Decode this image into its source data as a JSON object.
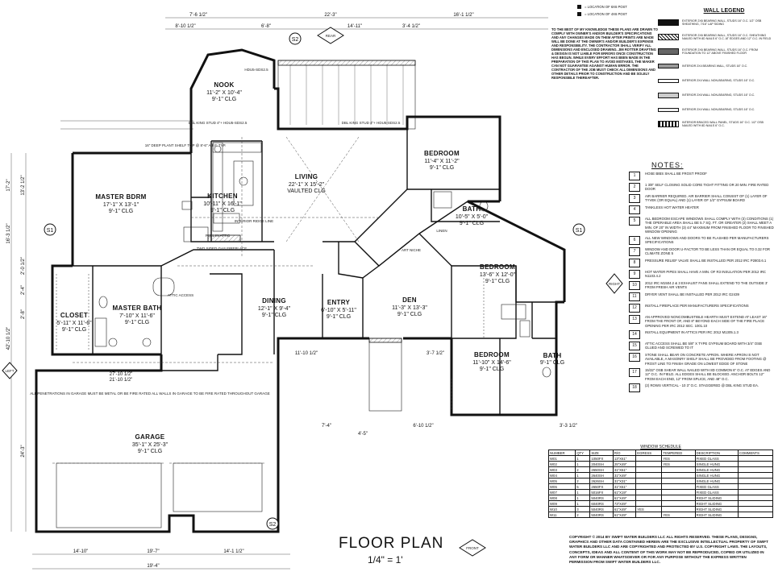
{
  "drawing": {
    "title": "FLOOR PLAN",
    "scale": "1/4\" = 1'"
  },
  "rooms": [
    {
      "id": "nook",
      "name": "NOOK",
      "dims": "11'-2\" X 10'-4\"",
      "ceiling": "9'-1\" CLG"
    },
    {
      "id": "master_bdrm",
      "name": "MASTER BDRM",
      "dims": "17'-1\" X 13'-1\"",
      "ceiling": "9'-1\" CLG"
    },
    {
      "id": "kitchen",
      "name": "KITCHEN",
      "dims": "10'-11\" X 16'-1\"",
      "ceiling": "9'-1\" CLG"
    },
    {
      "id": "living",
      "name": "LIVING",
      "dims": "22'-1\" X 15'-2\"",
      "ceiling": "VAULTED CLG"
    },
    {
      "id": "bedroom1",
      "name": "BEDROOM",
      "dims": "11'-4\" X 11'-2\"",
      "ceiling": "9'-1\" CLG"
    },
    {
      "id": "bath1",
      "name": "BATH",
      "dims": "10'-5\" X 5'-0\"",
      "ceiling": "9'-1\" CLG"
    },
    {
      "id": "bedroom2",
      "name": "BEDROOM",
      "dims": "13'-6\" X 12'-0\"",
      "ceiling": "9'-1\" CLG"
    },
    {
      "id": "closet",
      "name": "CLOSET",
      "dims": "5'-11\" X 11'-6\"",
      "ceiling": "9'-1\" CLG"
    },
    {
      "id": "master_bath",
      "name": "MASTER BATH",
      "dims": "7'-10\" X 11'-6\"",
      "ceiling": "9'-1\" CLG"
    },
    {
      "id": "dining",
      "name": "DINING",
      "dims": "12'-1\" X 9'-4\"",
      "ceiling": "9'-1\" CLG"
    },
    {
      "id": "entry",
      "name": "ENTRY",
      "dims": "6'-10\" X 5'-11\"",
      "ceiling": "9'-1\" CLG"
    },
    {
      "id": "den",
      "name": "DEN",
      "dims": "11'-3\" X 13'-3\"",
      "ceiling": "9'-1\" CLG"
    },
    {
      "id": "bedroom3",
      "name": "BEDROOM",
      "dims": "11'-10\" X 14'-6\"",
      "ceiling": "9'-1\" CLG"
    },
    {
      "id": "bath3",
      "name": "BATH",
      "dims": "",
      "ceiling": "9'-1\" CLG"
    },
    {
      "id": "garage",
      "name": "GARAGE",
      "dims": "35'-1\" X 25'-3\"",
      "ceiling": "9'-1\" CLG"
    }
  ],
  "plan_labels": {
    "attic_access": "ATTIC ACCESS",
    "pull_attic": "PULL IN ATTIC",
    "fireplace": "TWO SIDED GAS FIREPLACE",
    "art_niche": "ART NICHE",
    "ridge": "INTERIOR RIDGE LINE",
    "linen": "LINEN",
    "dbl_king_l": "DBL KING STUD 4\"+ HDU5-SDS2.5",
    "dbl_king_r": "DBL KING STUD 4\"+ HDU5-SDS2.5",
    "hdu_nook": "HDU5-SDS2.5",
    "plant_shelf": "16\" DEEP PLANT SHELF TOP @ 8'-6\" A.F.F. TYP.",
    "garage_note": "ALL PENETRATIONS IN GARAGE MUST BE METAL OR BE FIRE RATED ALL WALLS IN GARAGE TO BE FIRE RATED THROUGHOUT GARAGE",
    "rear": "REAR",
    "front": "FRONT",
    "left": "LEFT",
    "right": "RIGHT",
    "sec_s1": "S1",
    "sec_s2": "S2",
    "dims_top": [
      "7'-6 1/2\"",
      "22'-3\"",
      "16'-1 1/2\"",
      "8'-10 1/2\"",
      "6'-8\"",
      "14'-11\"",
      "3'-4 1/2\""
    ],
    "dims_left": [
      "17'-2\"",
      "16'-3 1/2\"",
      "42'-10 1/2\"",
      "2'-0 1/2\"",
      "2'-4\"",
      "2'-8\"",
      "24'-3\"",
      "13'-2 1/2\""
    ],
    "dims_bottom": [
      "14'-10\"",
      "19'-7\"",
      "19'-4\"",
      "14'-1 1/2\""
    ],
    "dims_misc": [
      "21'-10 1/2\"",
      "27'-10 1/2\"",
      "11'-10 1/2\"",
      "3'-7 1/2\"",
      "6'-10 1/2\"",
      "3'-3 1/2\"",
      "7'-4\"",
      "4'-5\""
    ]
  },
  "top_keys": [
    "= LOCATION OF 6X6 POST",
    "= LOCATION OF 4X6 POST"
  ],
  "top_notes": "TO THE BEST OF MY KNOWLEDGE THESE PLANS ARE DRAWN TO COMPLY WITH OWNER'S AND/OR BUILDER'S SPECIFICATIONS AND ANY CHANGES MADE ON THEM AFTER PRINTS ARE MADE WILL BE DONE AT THE OWNER'S AND/OR BUILDER'S EXPENSE AND RESPONSIBILITY. THE CONTRACTOR SHALL VERIFY ALL DIMENSIONS AND ENCLOSED DRAWING. JIM ROTTER DRAFTING & DESIGN IS NOT LIABLE FOR ERRORS ONCE CONSTRUCTION HAS BEGUN. WHILE EVERY EFFORT HAS BEEN MADE IN THE PREPARATION OF THIS PLAN TO AVOID MISTAKES, THE MAKER CAN NOT GUARANTEE AGAINST HUMAN ERROR. THE CONTRACTOR OF THE JOB MUST CHECK ALL DIMENSIONS AND OTHER DETAILS PRIOR TO CONSTRUCTION AND BE SOLELY RESPONSIBLE THEREAFTER.",
  "wall_legend": {
    "title": "WALL LEGEND",
    "items": [
      "EXTERIOR 2X6 BEARING WALL, STUDS 16\" O.C. 1/2\" OSB SHEATHING, 7/16\" LAP SIDING",
      "EXTERIOR 2X6 BEARING WALL, STUDS 16\" O.C. SHEATHING NAILED WITH 8D NAILS 6\" O.C. AT EDGES AND 12\" O.C. IN FIELD",
      "EXTERIOR 2X6 BEARING WALL, STUDS 16\" O.C. FROM FOUNDATION TO 12\" ABOVE FINISHED FLOOR",
      "INTERIOR 2X4 BEARING WALL, STUDS 16\" O.C.",
      "INTERIOR 2X4 WALL NON-BEARING, STUDS 16\" O.C.",
      "INTERIOR 2X6 WALL NON-BEARING, STUDS 16\" O.C.",
      "INTERIOR 2X4 WALL NON-BEARING, STUDS 16\" O.C.",
      "INTERIOR BRACED WALL PANEL, STUDS 16\" O.C. 1/2\" OSB NAILED WITH 8D NAILS 6\" O.C."
    ]
  },
  "notes": {
    "title": "NOTES:",
    "items": [
      {
        "n": "1",
        "t": "HOSE BIBS SHALL BE FROST PROOF"
      },
      {
        "n": "2",
        "t": "1 3/8\" SELF CLOSING SOLID CORE TIGHT FITTING OR 20 MIN. FIRE RATED DOOR"
      },
      {
        "n": "3",
        "t": "AIR BARRIER REQUIRED. AIR BARRIER SHALL CONSIST OF (1) LAYER OF TYVEK (OR EQUAL) AND (1) LAYER OF 1/2\" GYPSUM BOARD"
      },
      {
        "n": "4",
        "t": "TANKLESS HOT WATER HEATER"
      },
      {
        "n": "5",
        "t": "ALL BEDROOM ESCAPE WINDOWS SHALL COMPLY WITH (3) CONDITIONS (1) THE OPERABLE AREA SHALL BE 5.7 SQ. FT. OR GREATER (2) SHALL MEET A MIN. OF 20\" IN WIDTH (3) 44\" MAXIMUM FROM FINISHED FLOOR TO FINISHED WINDOW OPENING"
      },
      {
        "n": "6",
        "t": "ALL NEW WINDOWS AND DOORS TO BE FLASHED PER MANUFACTURERS SPECIFICATIONS"
      },
      {
        "n": "7",
        "t": "WINDOW AND DOOR U-FACTOR TO BE LESS THAN OR EQUAL TO 0.32 FOR CLIMATE ZONE 5"
      },
      {
        "n": "8",
        "t": "PRESSURE RELIEF VALVE SHALL BE INSTALLED PER 2012 IRC P2803.6.1"
      },
      {
        "n": "9",
        "t": "HOT WATER PIPES SHALL HAVE A MIN. OF R3 INSULATION PER 2012 IRC N1103.4.2"
      },
      {
        "n": "10",
        "t": "2012 IRC M1504.2 & 3 EXHAUST FANS SHALL EXTEND TO THE OUTSIDE 3' FROM FRESH AIR VENTS"
      },
      {
        "n": "11",
        "t": "DRYER VENT SHALL BE INSTALLED PER 2012 IRC G2439"
      },
      {
        "n": "12",
        "t": "INSTALL FIREPLACE PER MANUFACTURERS SPECIFICATIONS"
      },
      {
        "n": "13",
        "t": "AN APPROVED NONCOMBUSTIBLE HEARTH MUST EXTEND AT LEAST 16\" FROM THE FRONT OF, AND 8\" BEYOND EACH SIDE OF THE FIRE PLACE OPENING PER IRC 2012 SEC. 1001.10"
      },
      {
        "n": "14",
        "t": "INSTALL EQUIPMENT IN ATTICS PER IRC 2012 M1305.1.3"
      },
      {
        "n": "15",
        "t": "ATTIC ACCESS SHALL BE 5/8\" X TYPE GYPSUM BOARD WITH 3/4\" OSB GLUED AND SCREWED TO IT"
      },
      {
        "n": "16",
        "t": "STONE SHALL BEAR ON CONCRETE APRON. WHERE APRON IS NOT AVAILABLE, A MASONRY SHELF SHALL BE PROVIDED FROM FOOTING @ FROST LINE TO FINISH GRADE ON LOWEST EDGE OF STONE"
      },
      {
        "n": "17",
        "t": "15/32\" OSB SHEAR WALL NAILED WITH 8D COMMON 6\" O.C. AT EDGES AND 12\" O.C. IN FIELD. ALL EDGES SHALL BE BLOCKED. ANCHOR BOLTS 12\" FROM EACH END, 12\" FROM SPLICE, AND 48\" O.C."
      },
      {
        "n": "18",
        "t": "(2) ROWS VERTICAL - 10 3\" O.C. STAGGERED @ DBL KING STUD EA."
      }
    ]
  },
  "window_schedule": {
    "title": "WINDOW SCHEDULE",
    "headers": [
      "NUMBER",
      "QTY",
      "SIZE",
      "R/O",
      "EGRESS",
      "TEMPERED",
      "DESCRIPTION",
      "COMMENTS"
    ],
    "rows": [
      [
        "W01",
        "1",
        "1050FX",
        "13\"X61\"",
        "",
        "YES",
        "FIXED GLASS",
        ""
      ],
      [
        "W02",
        "1",
        "2040SH",
        "25\"X49\"",
        "",
        "YES",
        "SINGLE HUNG",
        ""
      ],
      [
        "W03",
        "2",
        "2650SH",
        "31\"X61\"",
        "",
        "",
        "SINGLE HUNG",
        ""
      ],
      [
        "W04",
        "1",
        "2640SH",
        "31\"X49\"",
        "",
        "",
        "SINGLE HUNG",
        ""
      ],
      [
        "W05",
        "2",
        "2626SH",
        "31\"X31\"",
        "",
        "",
        "SINGLE HUNG",
        ""
      ],
      [
        "W06",
        "5",
        "2650FX",
        "31\"X61\"",
        "",
        "",
        "FIXED GLASS",
        ""
      ],
      [
        "W07",
        "1",
        "5016FX",
        "61\"X19\"",
        "",
        "",
        "FIXED GLASS",
        ""
      ],
      [
        "W08",
        "1",
        "5040RS",
        "61\"X49\"",
        "",
        "",
        "RIGHT SLIDING",
        ""
      ],
      [
        "W09",
        "1",
        "6040RS",
        "73\"X49\"",
        "",
        "",
        "RIGHT SLIDING",
        ""
      ],
      [
        "W10",
        "3",
        "5040RS",
        "61\"X49\"",
        "YES",
        "",
        "RIGHT SLIDING",
        ""
      ],
      [
        "W11",
        "2",
        "5040RS",
        "61\"X49\"",
        "",
        "YES",
        "RIGHT SLIDING",
        ""
      ]
    ]
  },
  "copyright": "COPYRIGHT © 2014 BY SWIFT WATER BUILDERS LLC ALL RIGHTS RESERVED. THESE PLANS, DESIGNS, GRAPHICS AND OTHER DATA CONTAINED HEREIN ARE THE EXCLUSIVE INTELLECTUAL PROPERTY OF SWIFT WATER BUILDERS LLC AND ARE COPYRIGHTED AND PROTECTED BY U.S. COPYRIGHT LAWS. THE LAYOUTS, CONCEPTS, IDEAS AND ALL CONTENT OF THIS WORK MAY NOT BE REPRODUCED, COPIED OR UTILIZED IN ANY FORM OR MANNER WHATSOEVER OR FOR ANY PURPOSE WITHOUT THE EXPRESS WRITTEN PERMISSION FROM SWIFT WATER BUILDERS LLC."
}
